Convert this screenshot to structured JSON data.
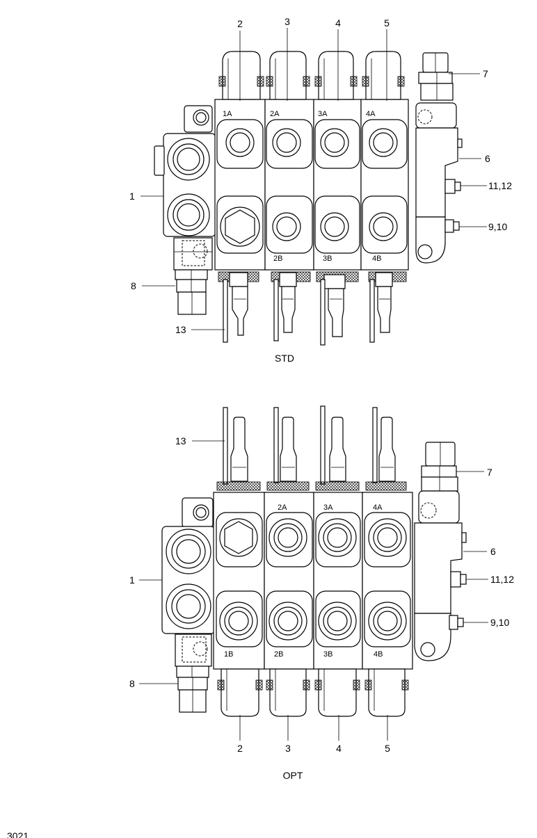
{
  "std": {
    "caption": "STD",
    "callouts": {
      "c1": "1",
      "c2": "2",
      "c3": "3",
      "c4": "4",
      "c5": "5",
      "c6": "6",
      "c7": "7",
      "c8": "8",
      "c9": "9,10",
      "c11": "11,12",
      "c13": "13"
    },
    "ports": {
      "p1a": "1A",
      "p2a": "2A",
      "p3a": "3A",
      "p4a": "4A",
      "p2b": "2B",
      "p3b": "3B",
      "p4b": "4B"
    }
  },
  "opt": {
    "caption": "OPT",
    "callouts": {
      "c1": "1",
      "c2": "2",
      "c3": "3",
      "c4": "4",
      "c5": "5",
      "c6": "6",
      "c7": "7",
      "c8": "8",
      "c9": "9,10",
      "c11": "11,12",
      "c13": "13"
    },
    "ports": {
      "p2a": "2A",
      "p3a": "3A",
      "p4a": "4A",
      "p1b": "1B",
      "p2b": "2B",
      "p3b": "3B",
      "p4b": "4B"
    }
  },
  "drawing_code": "3021"
}
